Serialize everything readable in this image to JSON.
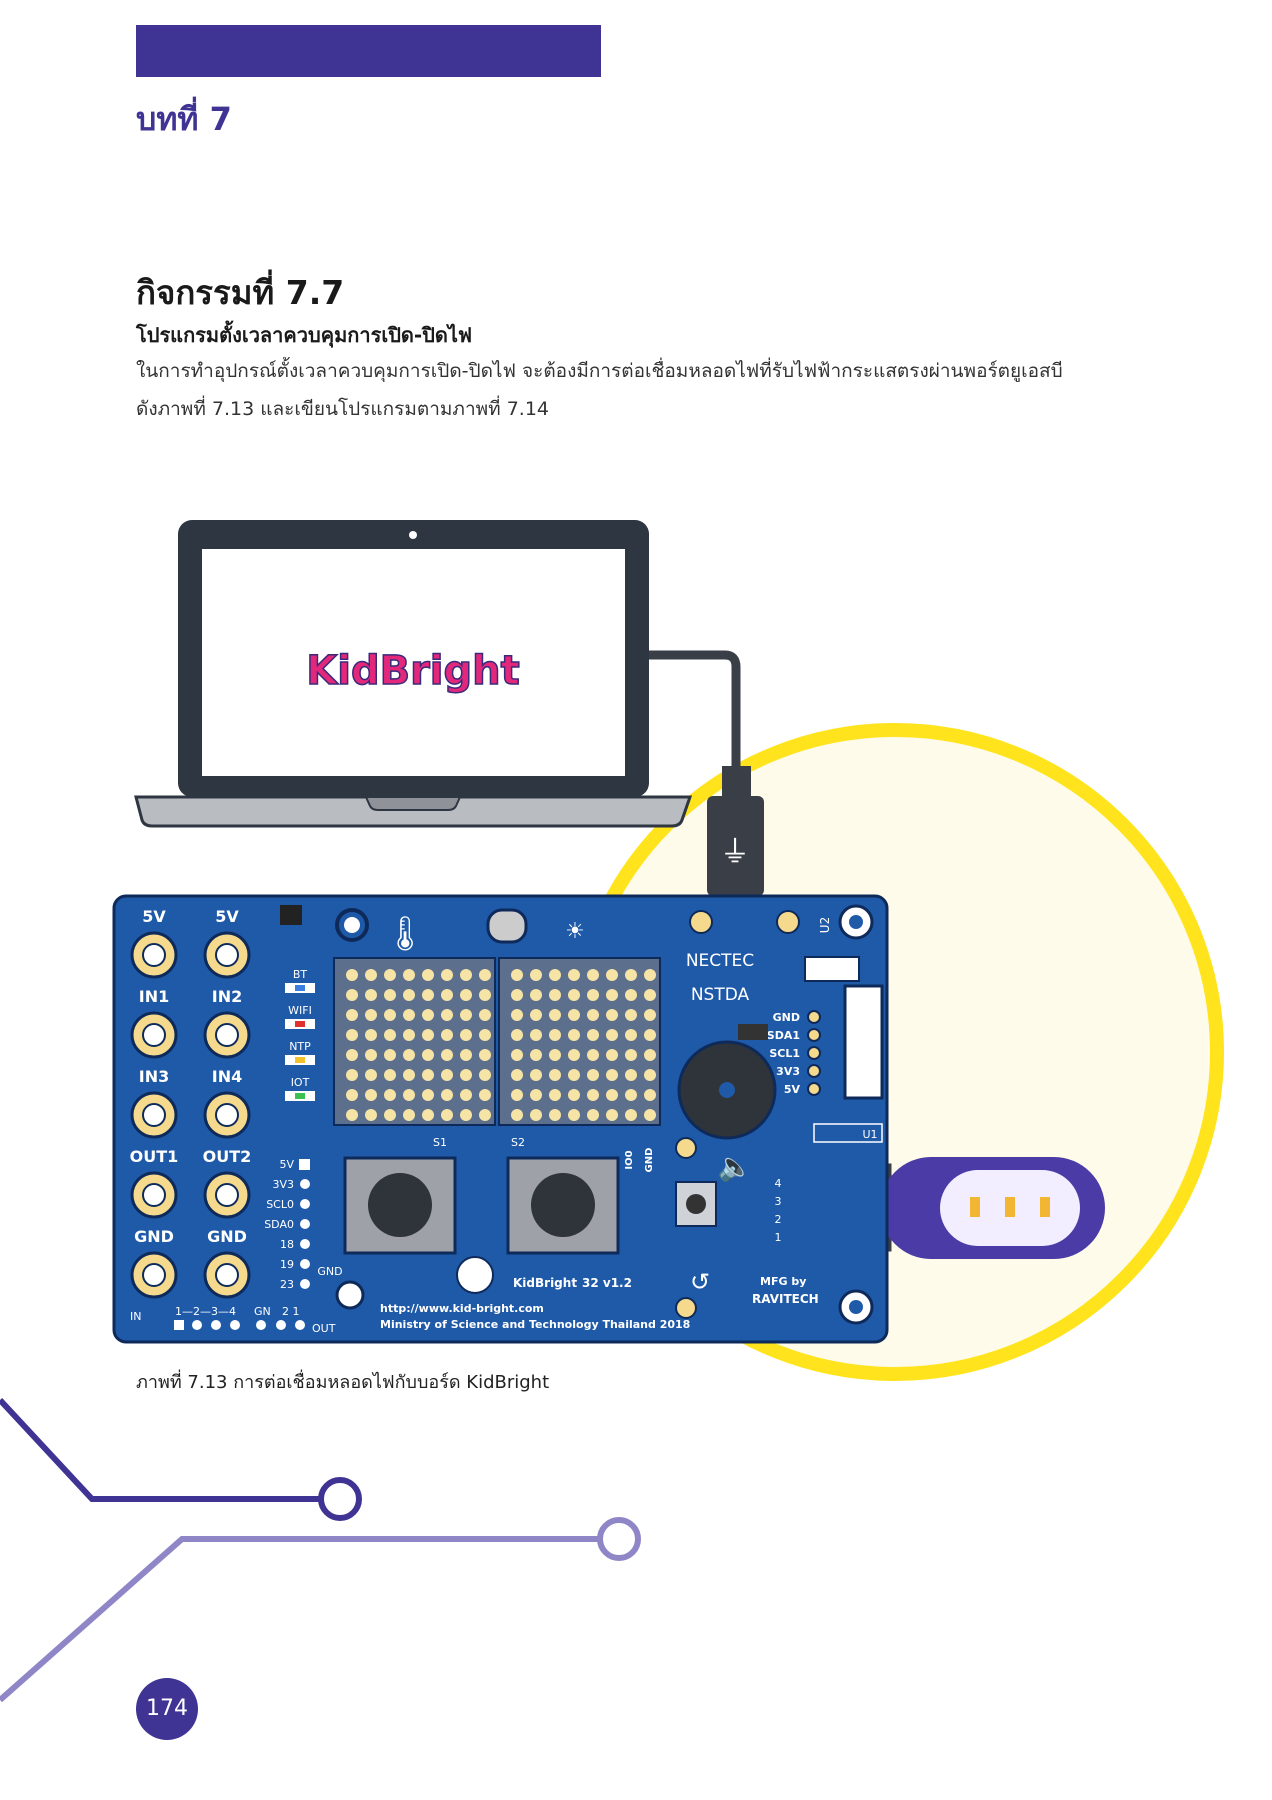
{
  "header": {
    "chapter": "บทที่ 7",
    "bar_color": "#3F3393"
  },
  "activity": {
    "title": "กิจกรรมที่ 7.7",
    "subtitle": "โปรแกรมตั้งเวลาควบคุมการเปิด-ปิดไฟ",
    "paragraph_line1": "ในการทำอุปกรณ์ตั้งเวลาควบคุมการเปิด-ปิดไฟ จะต้องมีการต่อเชื่อมหลอดไฟที่รับไฟฟ้ากระแสตรงผ่านพอร์ตยูเอสบี",
    "paragraph_line2": "ดังภาพที่ 7.13 และเขียนโปรแกรมตามภาพที่ 7.14"
  },
  "figure": {
    "screen_logo": "KidBright",
    "caption": "ภาพที่ 7.13 การต่อเชื่อมหลอดไฟกับบอร์ด KidBright",
    "board": {
      "pins_left": [
        "5V",
        "IN1",
        "IN3",
        "OUT1",
        "GND"
      ],
      "pins_right": [
        "5V",
        "IN2",
        "IN4",
        "OUT2",
        "GND"
      ],
      "leds": [
        "BT",
        "WIFI",
        "NTP",
        "IOT"
      ],
      "power_pins": [
        "5V",
        "3V3",
        "SCL0",
        "SDA0",
        "18",
        "19",
        "23"
      ],
      "i2c_pins": [
        "GND",
        "SDA1",
        "SCL1",
        "3V3",
        "5V"
      ],
      "switch1": "S1",
      "switch2": "S2",
      "io0": "IO0",
      "gnd": "GND",
      "nectec": "NECTEC",
      "nstda": "NSTDA",
      "u1": "U1",
      "u2": "U2",
      "usb_num": [
        "4",
        "3",
        "2",
        "1"
      ],
      "model": "KidBright",
      "model_suffix": "32  v1.2",
      "url": "http://www.kid-bright.com",
      "ministry": "Ministry of Science and Technology Thailand 2018",
      "mfg": "MFG by",
      "mfg_name": "RAVITECH",
      "bottom_in": "IN",
      "bottom_nums": "1—2—3—4",
      "bottom_gn": "GN",
      "bottom_21": "2 1",
      "bottom_out": "OUT",
      "gnd_label": "GND"
    }
  },
  "page": {
    "number": "174"
  },
  "colors": {
    "accent": "#3F3393",
    "board": "#1F5AA8",
    "highlight": "#FFE31C"
  }
}
